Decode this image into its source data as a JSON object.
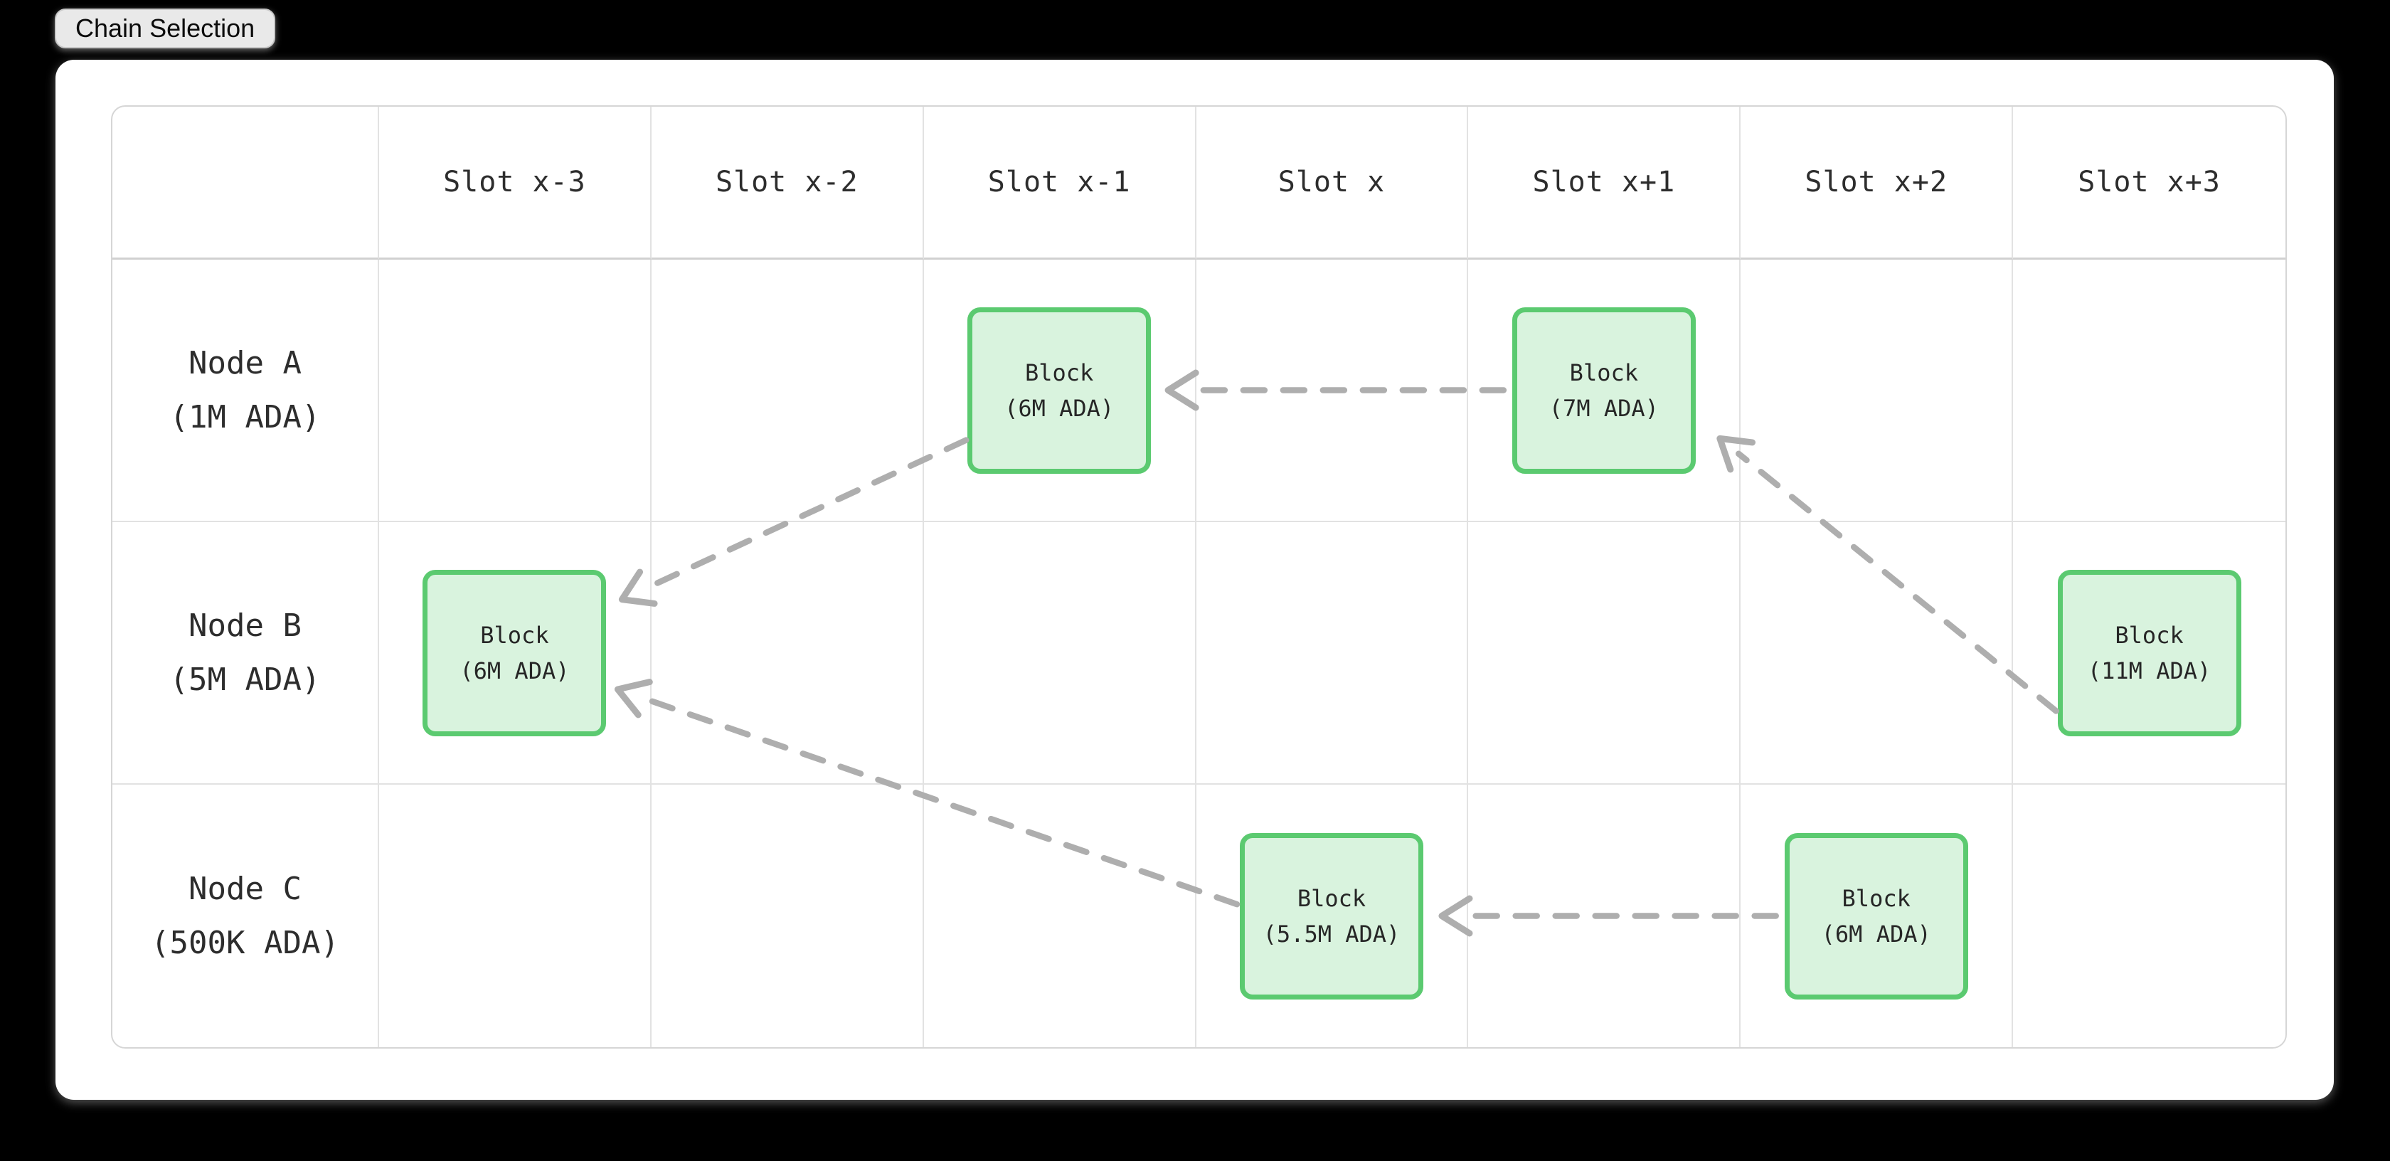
{
  "tab": {
    "label": "Chain Selection"
  },
  "grid": {
    "slot_headers": [
      "Slot x-3",
      "Slot x-2",
      "Slot x-1",
      "Slot x",
      "Slot x+1",
      "Slot x+2",
      "Slot x+3"
    ],
    "nodes": [
      {
        "id": "node-a",
        "name": "Node A",
        "stake": "(1M ADA)"
      },
      {
        "id": "node-b",
        "name": "Node B",
        "stake": "(5M ADA)"
      },
      {
        "id": "node-c",
        "name": "Node C",
        "stake": "(500K ADA)"
      }
    ],
    "blocks": [
      {
        "id": "block-a-slot-x-1",
        "node": "node-a",
        "slot": "Slot x-1",
        "col": 2,
        "label": "Block",
        "ada": "(6M ADA)"
      },
      {
        "id": "block-a-slot-x+1",
        "node": "node-a",
        "slot": "Slot x+1",
        "col": 4,
        "label": "Block",
        "ada": "(7M ADA)"
      },
      {
        "id": "block-b-slot-x-3",
        "node": "node-b",
        "slot": "Slot x-3",
        "col": 0,
        "label": "Block",
        "ada": "(6M ADA)"
      },
      {
        "id": "block-b-slot-x+3",
        "node": "node-b",
        "slot": "Slot x+3",
        "col": 6,
        "label": "Block",
        "ada": "(11M ADA)"
      },
      {
        "id": "block-c-slot-x",
        "node": "node-c",
        "slot": "Slot x",
        "col": 3,
        "label": "Block",
        "ada": "(5.5M ADA)"
      },
      {
        "id": "block-c-slot-x+2",
        "node": "node-c",
        "slot": "Slot x+2",
        "col": 5,
        "label": "Block",
        "ada": "(6M ADA)"
      }
    ],
    "arrows": [
      {
        "from": "block-a-slot-x+1",
        "to": "block-a-slot-x-1"
      },
      {
        "from": "block-a-slot-x-1",
        "to": "block-b-slot-x-3"
      },
      {
        "from": "block-b-slot-x+3",
        "to": "block-a-slot-x+1"
      },
      {
        "from": "block-c-slot-x",
        "to": "block-b-slot-x-3"
      },
      {
        "from": "block-c-slot-x+2",
        "to": "block-c-slot-x"
      }
    ]
  },
  "colors": {
    "background": "#000000",
    "block_fill": "#d9f3de",
    "block_border": "#5bca70",
    "arrow": "#aeaeae",
    "grid_line": "#e2e2e2",
    "text": "#2d2d2d"
  }
}
